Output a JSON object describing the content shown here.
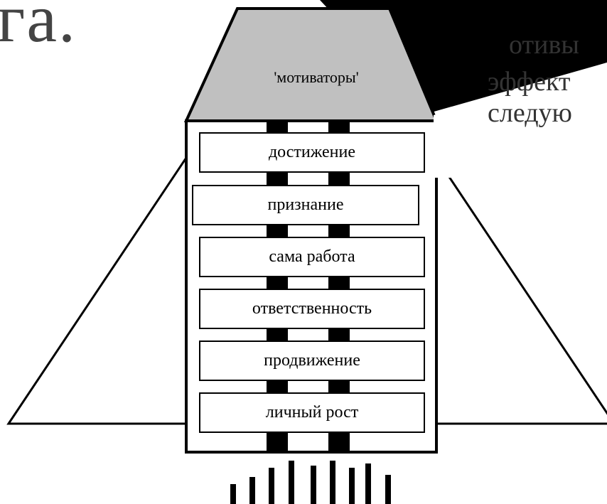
{
  "title_fragment": "га.",
  "side_text": {
    "line1": "отивы",
    "line2": "эффект",
    "line3": "следую"
  },
  "rocket": {
    "nose_label": "'мотиваторы'",
    "motivators": [
      "достижение",
      "признание",
      "сама работа",
      "ответственность",
      "продвижение",
      "личный рост"
    ]
  },
  "colors": {
    "line": "#000000",
    "nose_fill": "#c0c0c0",
    "title_text": "#444444"
  }
}
